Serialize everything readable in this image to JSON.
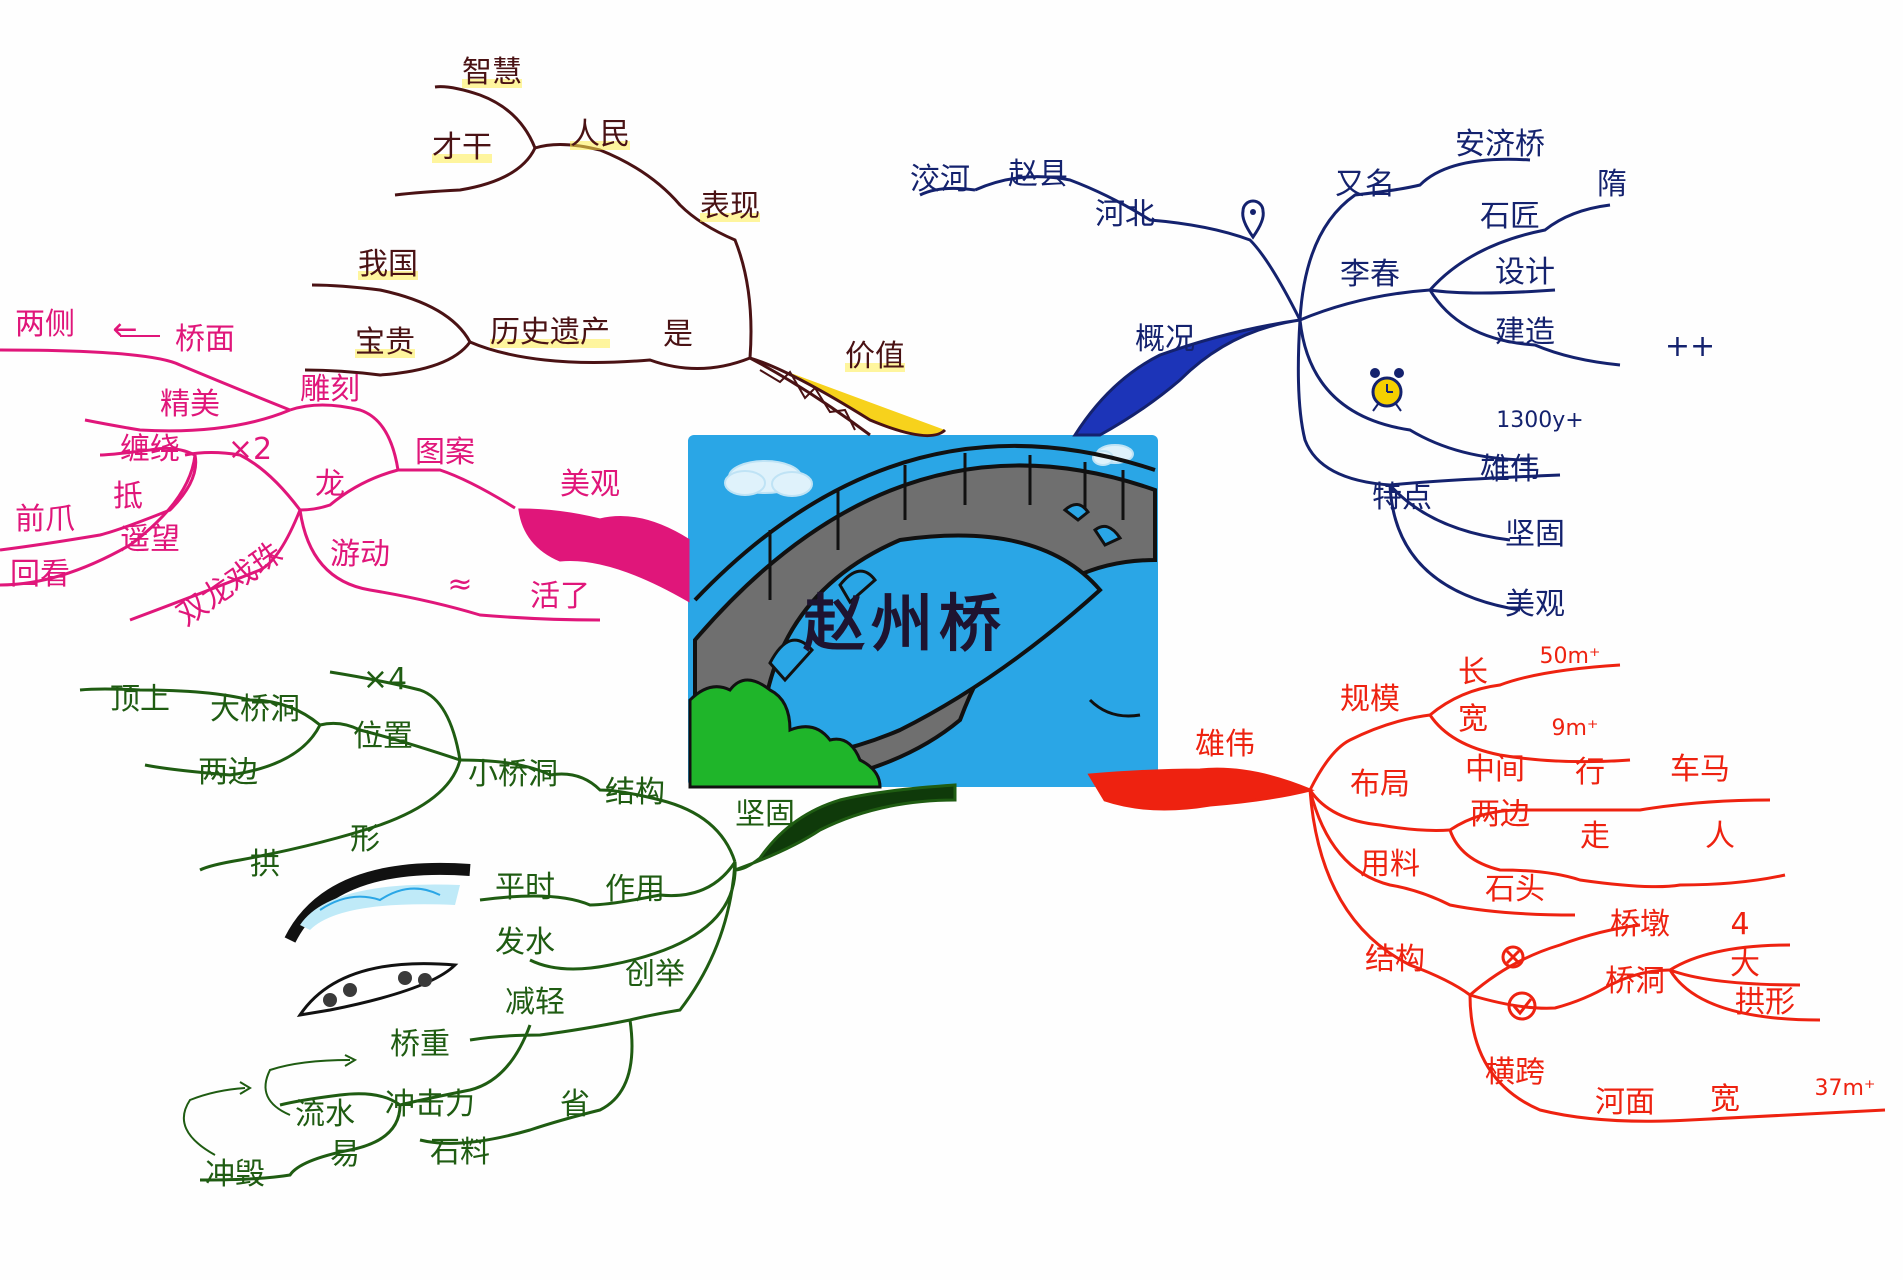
{
  "title": "赵州桥",
  "colors": {
    "value_branch": "#4a1214",
    "value_fill": "#f7d21c",
    "beauty_branch": "#e0167a",
    "overview_branch": "#14226e",
    "overview_fill": "#1c34b8",
    "solid_branch": "#1f5c12",
    "solid_fill": "#0f3a0a",
    "grand_branch": "#ee2210",
    "sky": "#2aa6e6",
    "stone": "#6f6f6f",
    "bush": "#1fb52a"
  },
  "branches": {
    "value": {
      "label": "价值",
      "nodes": {
        "biaoxian": "表现",
        "renmin": "人民",
        "zhihui": "智慧",
        "caigan": "才干",
        "shi": "是",
        "lishi": "历史遗产",
        "woguo": "我国",
        "baogui": "宝贵"
      }
    },
    "beauty": {
      "label": "美观",
      "nodes": {
        "tuan": "图案",
        "diaoke": "雕刻",
        "jingmei": "精美",
        "qiaomian": "桥面",
        "arrow": "←",
        "liangce": "两侧",
        "long": "龙",
        "x2": "×2",
        "chanrao": "缠绕",
        "qianzhua": "前爪",
        "di": "抵",
        "yaowang": "遥望",
        "huikan": "回看",
        "shuanglong": "双龙戏珠",
        "youdong": "游动",
        "approx": "≈",
        "huole": "活了"
      }
    },
    "overview": {
      "label": "概况",
      "nodes": {
        "hebei": "河北",
        "zhaoxian": "赵县",
        "xiaohe": "洨河",
        "youming": "又名",
        "anjiqiao": "安济桥",
        "lichun": "李春",
        "shijiang": "石匠",
        "sui": "隋",
        "sheji": "设计",
        "jianzao": "建造",
        "plusplus": "++",
        "age": "1300y+",
        "tedian": "特点",
        "xiongwei": "雄伟",
        "jiangu": "坚固",
        "meiguan": "美观"
      },
      "icons": [
        "location-pin-icon",
        "alarm-clock-icon",
        "person-icon"
      ]
    },
    "solid": {
      "label": "坚固",
      "nodes": {
        "jiegou": "结构",
        "xiaoqiaodong": "小桥洞",
        "weizhi": "位置",
        "x4": "×4",
        "daqiaodong": "大桥洞",
        "dingshang": "顶上",
        "liangbian": "两边",
        "gong": "拱",
        "xing": "形",
        "zuoyong": "作用",
        "pingshi": "平时",
        "fashui": "发水",
        "jianqing": "减轻",
        "qiaozhong": "桥重",
        "liushui": "流水",
        "chongjili": "冲击力",
        "chonghui": "冲毁",
        "yi": "易",
        "chuangju": "创举",
        "shiliao": "石料",
        "sheng": "省"
      }
    },
    "grand": {
      "label": "雄伟",
      "nodes": {
        "guimo": "规模",
        "chang": "长",
        "chang_val": "50m⁺",
        "kuan": "宽",
        "kuan_val": "9m⁺",
        "buju": "布局",
        "zhongjian": "中间",
        "xing_walk": "行",
        "chema": "车马",
        "liangbian": "两边",
        "zou": "走",
        "ren": "人",
        "yongliao": "用料",
        "shitou": "石头",
        "jiegou": "结构",
        "qiaodun": "桥墩",
        "qiaodong": "桥洞",
        "shao": "4",
        "da": "大",
        "gongxing": "拱形",
        "hengkua": "横跨",
        "hemian": "河面",
        "hk_kuan": "宽",
        "hk_val": "37m⁺"
      }
    }
  }
}
